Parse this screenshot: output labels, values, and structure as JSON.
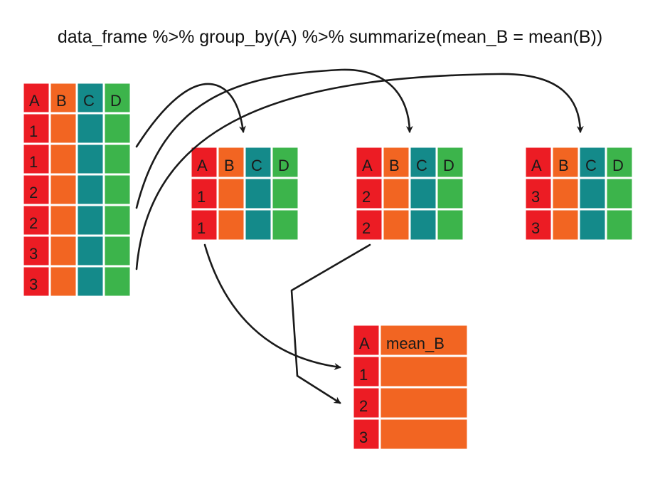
{
  "title": "data_frame %>% group_by(A) %>% summarize(mean_B = mean(B))",
  "colors": {
    "A": "#ec1c24",
    "B": "#f26522",
    "C": "#148a8a",
    "D": "#3cb44b",
    "text": "#1a1a1a",
    "background": "#ffffff"
  },
  "source_table": {
    "headers": [
      "A",
      "B",
      "C",
      "D"
    ],
    "rows": [
      [
        "1"
      ],
      [
        "1"
      ],
      [
        "2"
      ],
      [
        "2"
      ],
      [
        "3"
      ],
      [
        "3"
      ]
    ]
  },
  "groups": [
    {
      "headers": [
        "A",
        "B",
        "C",
        "D"
      ],
      "rows": [
        [
          "1"
        ],
        [
          "1"
        ]
      ]
    },
    {
      "headers": [
        "A",
        "B",
        "C",
        "D"
      ],
      "rows": [
        [
          "2"
        ],
        [
          "2"
        ]
      ]
    },
    {
      "headers": [
        "A",
        "B",
        "C",
        "D"
      ],
      "rows": [
        [
          "3"
        ],
        [
          "3"
        ]
      ]
    }
  ],
  "result_table": {
    "headers": [
      "A",
      "mean_B"
    ],
    "rows": [
      [
        "1"
      ],
      [
        "2"
      ],
      [
        "3"
      ]
    ]
  }
}
